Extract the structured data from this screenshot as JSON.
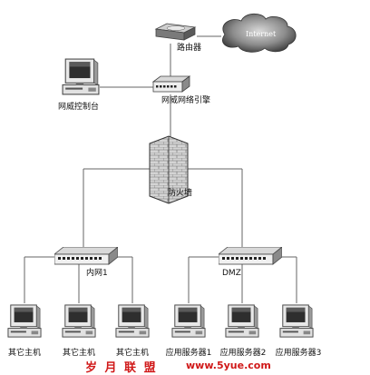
{
  "nodes": {
    "internet": "Internet",
    "router": "路由器",
    "console": "网威控制台",
    "engine": "网威网络引擎",
    "firewall": "防火墙",
    "switch_internal": "内网1",
    "switch_dmz": "DMZ",
    "host1": "其它主机",
    "host2": "其它主机",
    "host3": "其它主机",
    "server1": "应用服务器1",
    "server2": "应用服务器2",
    "server3": "应用服务器3"
  },
  "watermark": {
    "brand": "岁 月 联 盟",
    "url": "www.5yue.com"
  },
  "colors": {
    "watermark": "#d01818",
    "line": "#666666",
    "device_light": "#e6e6e6",
    "device_dark": "#3a3a3a"
  }
}
